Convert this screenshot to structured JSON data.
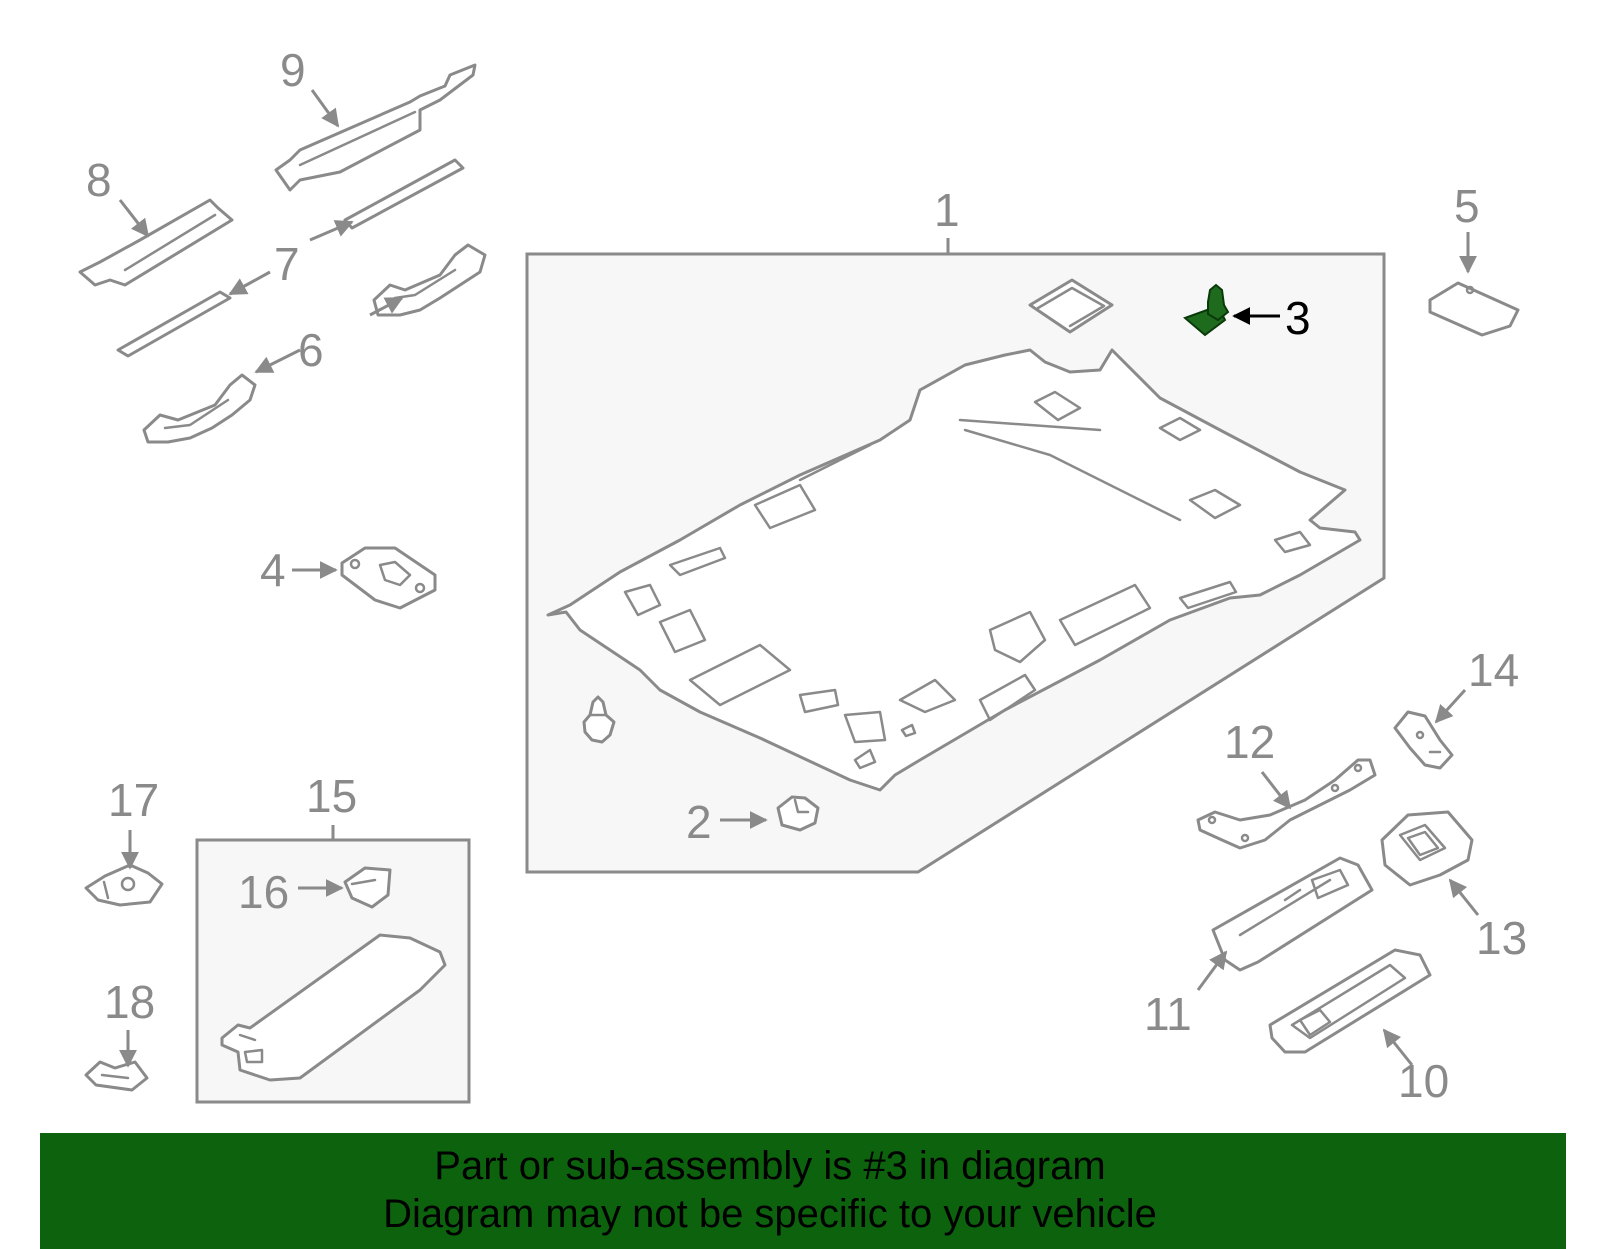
{
  "callouts": {
    "c1": "1",
    "c2": "2",
    "c3": "3",
    "c4": "4",
    "c5": "5",
    "c6": "6",
    "c7": "7",
    "c8": "8",
    "c9": "9",
    "c10": "10",
    "c11": "11",
    "c12": "12",
    "c13": "13",
    "c14": "14",
    "c15": "15",
    "c16": "16",
    "c17": "17",
    "c18": "18"
  },
  "highlight": {
    "part_number": "3",
    "color": "#1e6b1e"
  },
  "banner": {
    "line1": "Part or sub-assembly is #3 in diagram",
    "line2": "Diagram may not be specific to your vehicle",
    "background": "#0d630d"
  }
}
